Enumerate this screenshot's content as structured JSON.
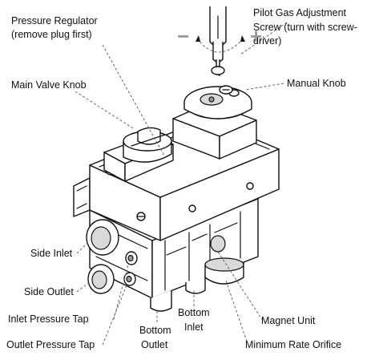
{
  "colors": {
    "line": "#111111",
    "leader": "#666666",
    "shade": "#d9d9d9",
    "background": "#ffffff"
  },
  "labels": {
    "pressure_regulator": [
      "Pressure Regulator",
      "(remove plug first)"
    ],
    "pilot_gas_adjustment": [
      "Pilot Gas Adjustment",
      "Screw (turn with screw-",
      "driver)"
    ],
    "minus_sign": "−",
    "plus_sign": "+",
    "main_valve_knob": "Main Valve Knob",
    "manual_knob": "Manual Knob",
    "side_inlet": "Side Inlet",
    "side_outlet": "Side Outlet",
    "inlet_pressure_tap": "Inlet Pressure Tap",
    "outlet_pressure_tap": "Outlet Pressure Tap",
    "bottom_outlet": [
      "Bottom",
      "Outlet"
    ],
    "bottom_inlet": [
      "Bottom",
      "Inlet"
    ],
    "magnet_unit": "Magnet Unit",
    "minimum_rate_orifice": "Minimum Rate Orifice"
  }
}
